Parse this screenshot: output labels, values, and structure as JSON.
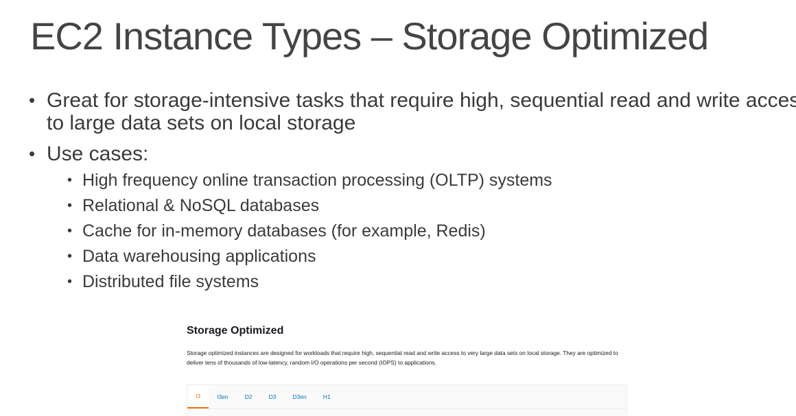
{
  "slide": {
    "title": "EC2 Instance Types – Storage Optimized",
    "bullets": [
      {
        "text": "Great for storage-intensive tasks that require high, sequential read and write access to large data sets on local storage"
      },
      {
        "text": "Use cases:",
        "sub": [
          "High frequency online transaction processing (OLTP) systems",
          "Relational & NoSQL databases",
          "Cache for in-memory databases (for example, Redis)",
          "Data warehousing applications",
          "Distributed file systems"
        ]
      }
    ],
    "bullet_glyph": "•"
  },
  "aws_panel": {
    "title": "Storage Optimized",
    "description": "Storage optimized instances are designed for workloads that require high, sequential read and write access to very large data sets on local storage. They are optimized to deliver tens of thousands of low-latency, random I/O operations per second (IOPS) to applications.",
    "tabs": [
      "I3",
      "I3en",
      "D2",
      "D3",
      "D3en",
      "H1"
    ],
    "active_tab": "I3",
    "colors": {
      "tab_link": "#0073bb",
      "tab_active": "#ec7211"
    }
  }
}
